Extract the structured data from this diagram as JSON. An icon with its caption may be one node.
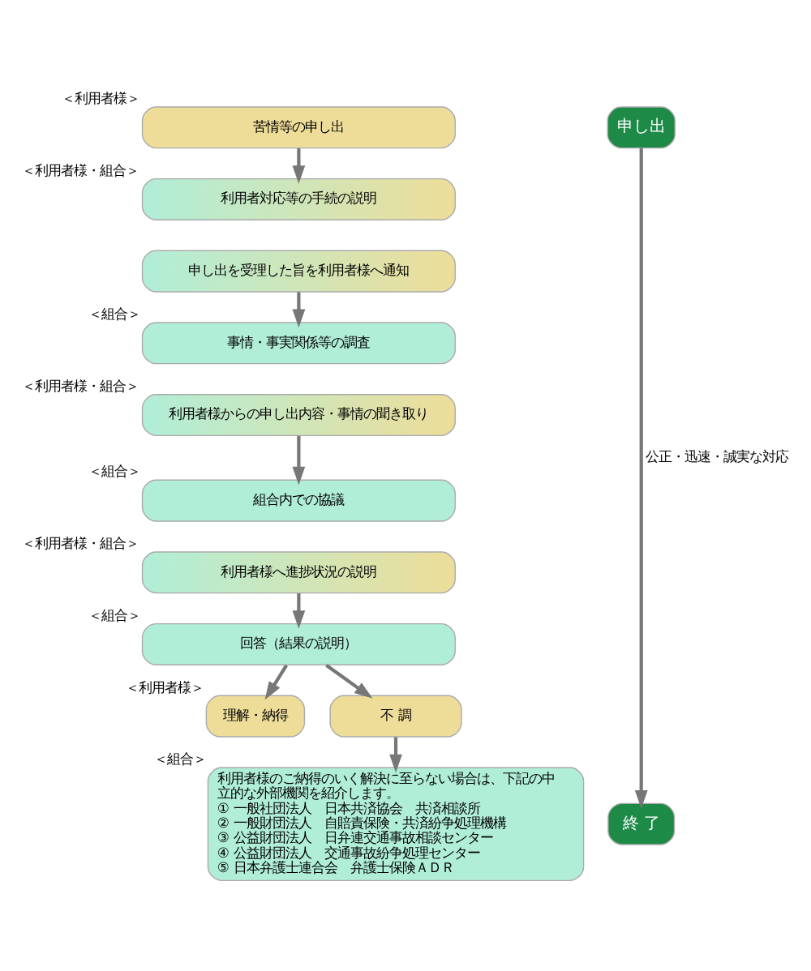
{
  "diagram": {
    "nodes": [
      {
        "text": [
          "苦情等の申し出"
        ],
        "beside": [
          "＜利用者様＞"
        ]
      },
      {
        "text": [
          "利用者対応等の手続の説明"
        ],
        "beside": [
          "＜利用者様・組合＞"
        ]
      },
      {
        "text": [
          "申し出を受理した旨を利用者様へ通知"
        ]
      },
      {
        "text": [
          "事情・事実関係等の調査"
        ],
        "beside": [
          "＜組合＞"
        ]
      },
      {
        "text": [
          "利用者様からの申し出内容・事情の聞き取り"
        ],
        "beside": [
          "＜利用者様・組合＞"
        ]
      },
      {
        "text": [
          "組合内での協議"
        ],
        "beside": [
          "＜組合＞"
        ]
      },
      {
        "text": [
          "利用者様へ進捗状況の説明"
        ],
        "beside": [
          "＜利用者様・組合＞"
        ]
      },
      {
        "text": [
          "回答（結果の説明）"
        ],
        "beside": [
          "＜組合＞"
        ]
      },
      {
        "text": [
          "理解・納得"
        ],
        "beside": [
          "＜利用者様＞"
        ]
      },
      {
        "text": [
          "不 調"
        ]
      },
      {
        "text": [
          "利用者様のご納得のいく解決に至らない場合は、下記の中立的な外部機関を紹介します。",
          "① 一般社団法人　日本共済協会　共済相談所",
          "② 一般財団法人　自賠責保険・共済紛争処理機構",
          "③ 公益財団法人　日弁連交通事故相談センター",
          "④ 公益財団法人　交通事故紛争処理センター",
          "⑤ 日本弁護士連合会　弁護士保険ＡＤＲ"
        ],
        "beside": [
          "＜組合＞"
        ]
      },
      {
        "text": [
          "申し出"
        ]
      },
      {
        "text": [
          "終 了"
        ]
      }
    ],
    "edges": [
      {
        "from": 0,
        "to": 1,
        "arrow": "to"
      },
      {
        "from": 2,
        "to": 3,
        "arrow": "to"
      },
      {
        "from": 4,
        "to": 5,
        "arrow": "to"
      },
      {
        "from": 6,
        "to": 7,
        "arrow": "to"
      },
      {
        "from": 7,
        "to": 8,
        "arrow": "to"
      },
      {
        "from": 7,
        "to": 9,
        "arrow": "to"
      },
      {
        "from": 9,
        "to": 10,
        "arrow": "to"
      },
      {
        "from": 11,
        "to": 12,
        "arrow": "to",
        "label": "公正・迅速・誠実な対応"
      }
    ]
  }
}
